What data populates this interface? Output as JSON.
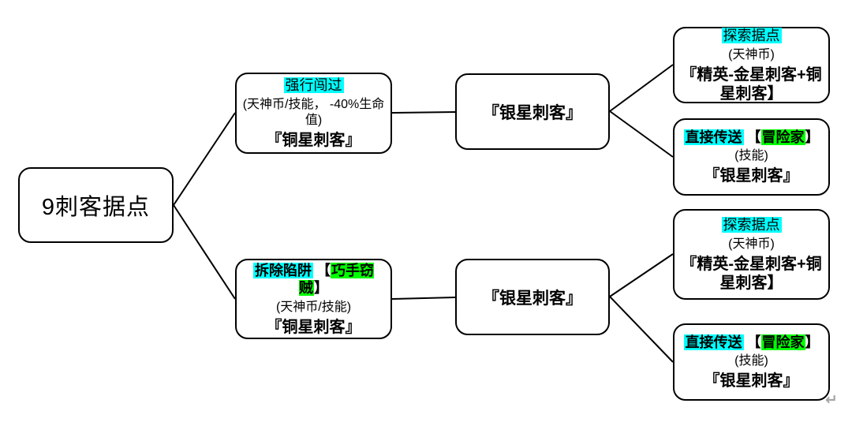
{
  "colors": {
    "highlight_cyan": "#00ffff",
    "highlight_green": "#00ff00",
    "node_border": "#000000",
    "node_background": "#ffffff",
    "text": "#000000",
    "return_mark_gray": "#a6a6a6"
  },
  "root": {
    "title": "9刺客据点"
  },
  "branch_top": {
    "action": "强行闯过",
    "cost": "(天神币/技能， -40%生命值)",
    "result": "『铜星刺客』"
  },
  "branch_bottom": {
    "action": "拆除陷阱",
    "req_open": "【",
    "req_tag": "巧手窃贼",
    "req_close": "】",
    "cost": "(天神币/技能)",
    "result": "『铜星刺客』"
  },
  "silver_top": {
    "title": "『银星刺客』"
  },
  "silver_bottom": {
    "title": "『银星刺客』"
  },
  "outcome_explore_top": {
    "action": "探索据点",
    "cost": "(天神币)",
    "result": "『精英-金星刺客+铜星刺客】"
  },
  "outcome_teleport_top": {
    "action": "直接传送",
    "req_open": "【",
    "req_tag": "冒险家",
    "req_close": "】",
    "cost": "(技能)",
    "result": "『银星刺客』"
  },
  "outcome_explore_bottom": {
    "action": "探索据点",
    "cost": "(天神币)",
    "result": "『精英-金星刺客+铜星刺客】"
  },
  "outcome_teleport_bottom": {
    "action": "直接传送",
    "req_open": "【",
    "req_tag": "冒险家",
    "req_close": "】",
    "cost": "(技能)",
    "result": "『银星刺客』"
  },
  "return_mark": "↵"
}
